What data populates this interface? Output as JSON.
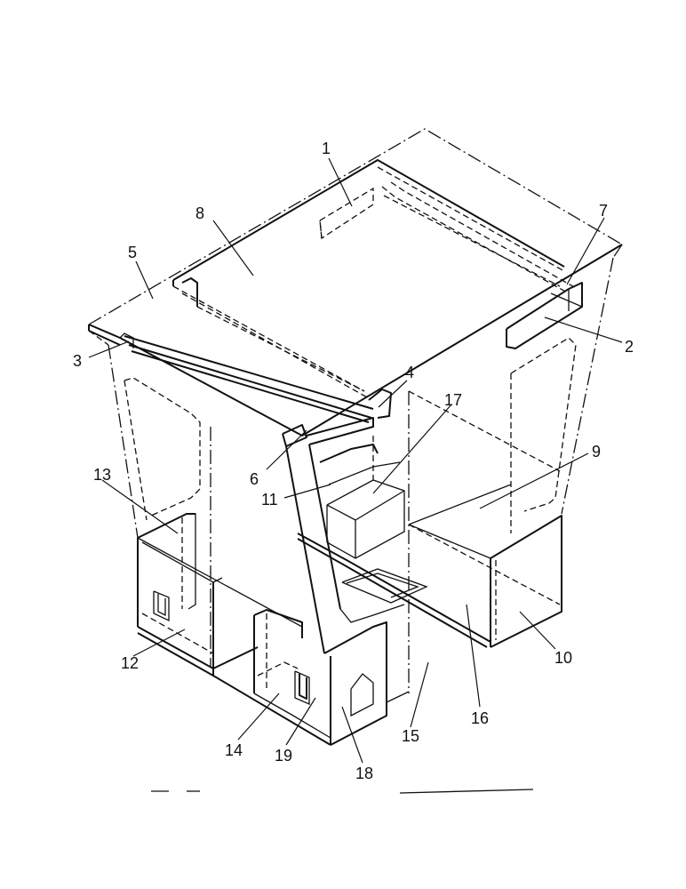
{
  "drawing": {
    "callouts": [
      {
        "id": "c1",
        "text": "1"
      },
      {
        "id": "c2",
        "text": "2"
      },
      {
        "id": "c3",
        "text": "3"
      },
      {
        "id": "c4",
        "text": "4"
      },
      {
        "id": "c5",
        "text": "5"
      },
      {
        "id": "c6",
        "text": "6"
      },
      {
        "id": "c7",
        "text": "7"
      },
      {
        "id": "c8",
        "text": "8"
      },
      {
        "id": "c9",
        "text": "9"
      },
      {
        "id": "c10",
        "text": "10"
      },
      {
        "id": "c11",
        "text": "11"
      },
      {
        "id": "c12",
        "text": "12"
      },
      {
        "id": "c13",
        "text": "13"
      },
      {
        "id": "c14",
        "text": "14"
      },
      {
        "id": "c15",
        "text": "15"
      },
      {
        "id": "c16",
        "text": "16"
      },
      {
        "id": "c17",
        "text": "17"
      },
      {
        "id": "c18",
        "text": "18"
      },
      {
        "id": "c19",
        "text": "19"
      }
    ]
  }
}
